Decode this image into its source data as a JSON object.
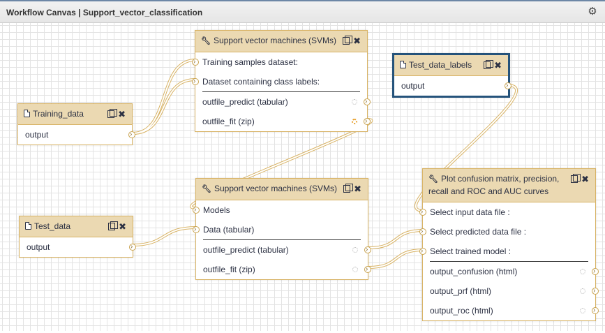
{
  "window": {
    "title": "Workflow Canvas | Support_vector_classification"
  },
  "nodes": {
    "training_data": {
      "title": "Training_data",
      "output": "output"
    },
    "test_data": {
      "title": "Test_data",
      "output": "output"
    },
    "test_data_labels": {
      "title": "Test_data_labels",
      "output": "output"
    },
    "svm1": {
      "title": "Support vector machines (SVMs)",
      "inputs": [
        "Training samples dataset:",
        "Dataset containing class labels:"
      ],
      "outputs": [
        "outfile_predict (tabular)",
        "outfile_fit (zip)"
      ]
    },
    "svm2": {
      "title": "Support vector machines (SVMs)",
      "inputs": [
        "Models",
        "Data (tabular)"
      ],
      "outputs": [
        "outfile_predict (tabular)",
        "outfile_fit (zip)"
      ]
    },
    "plot": {
      "title_line1": "Plot confusion matrix, precision,",
      "title_line2": "recall and ROC and AUC curves",
      "inputs": [
        "Select input data file :",
        "Select predicted data file :",
        "Select trained model :"
      ],
      "outputs": [
        "output_confusion (html)",
        "output_prf (html)",
        "output_roc (html)"
      ]
    }
  },
  "icons": {
    "settings": "gear-icon",
    "dataset": "file-icon",
    "tool": "wrench-icon",
    "copy": "copy-icon",
    "delete": "close-icon"
  },
  "colors": {
    "node_header": "#ebd9b2",
    "node_border": "#d8b365",
    "selected_border": "#25537b",
    "wire": "#d8b365",
    "active_output": "#e79d24"
  }
}
